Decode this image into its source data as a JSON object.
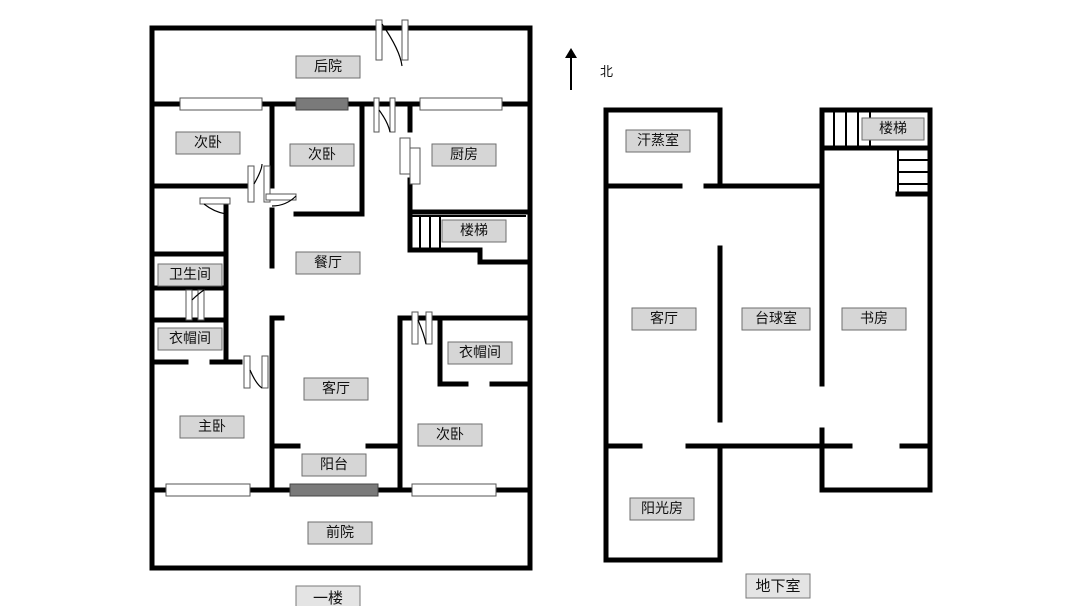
{
  "compass": {
    "north_label": "北"
  },
  "first_floor": {
    "floor_label": "一楼",
    "rooms": {
      "back_yard": "后院",
      "bedroom_nw": "次卧",
      "bedroom_n": "次卧",
      "kitchen": "厨房",
      "stairs": "楼梯",
      "dining": "餐厅",
      "bathroom": "卫生间",
      "closet_w": "衣帽间",
      "closet_e": "衣帽间",
      "living": "客厅",
      "master_bedroom": "主卧",
      "bedroom_se": "次卧",
      "balcony": "阳台",
      "front_yard": "前院"
    }
  },
  "basement": {
    "floor_label": "地下室",
    "rooms": {
      "sauna": "汗蒸室",
      "stairs": "楼梯",
      "living": "客厅",
      "billiards": "台球室",
      "study": "书房",
      "sunroom": "阳光房"
    }
  }
}
